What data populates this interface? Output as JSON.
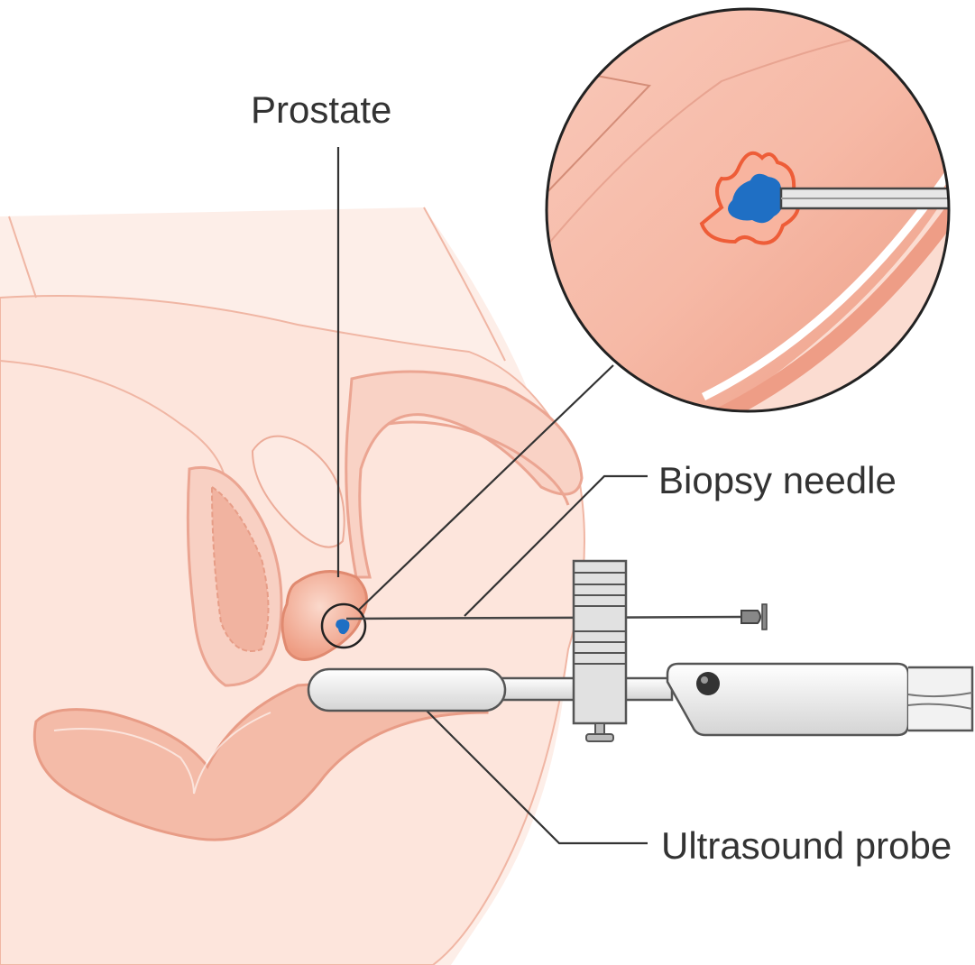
{
  "labels": {
    "prostate": "Prostate",
    "biopsy_needle": "Biopsy needle",
    "ultrasound_probe": "Ultrasound probe"
  },
  "colors": {
    "skin_light": "#fdebe4",
    "tissue": "#f7cfc1",
    "tissue_outline": "#e9a38f",
    "prostate": "#f2a58d",
    "tumor_blue": "#1f6fc4",
    "tumor_orange": "#ee6a45",
    "device_gray": "#d9d9d9",
    "device_outline": "#555555",
    "leader_line": "#333333"
  }
}
